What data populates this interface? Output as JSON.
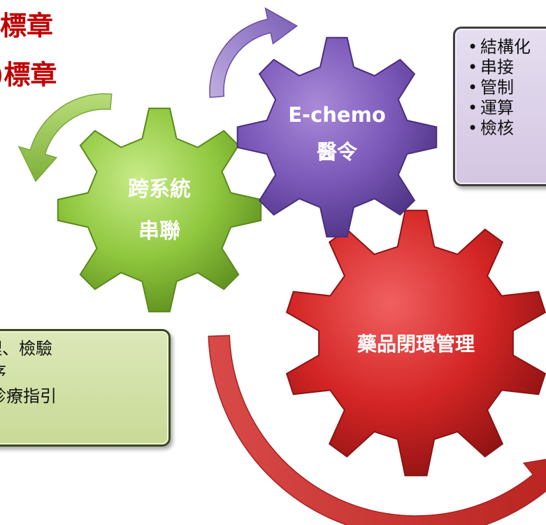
{
  "title": {
    "line1": "標章",
    "line2": ")標章"
  },
  "gears": [
    {
      "id": "gear-green",
      "color": "#8cc63f",
      "lines": [
        "跨系統",
        "串聯"
      ]
    },
    {
      "id": "gear-purple",
      "color": "#7e5fb8",
      "lines": [
        "E-chemo",
        "醫令"
      ]
    },
    {
      "id": "gear-red",
      "color": "#d42a2a",
      "lines": [
        "藥品閉環管理"
      ]
    }
  ],
  "purple_box": {
    "items": [
      "結構化",
      "串接",
      "管制",
      "運算",
      "檢核"
    ]
  },
  "green_box": {
    "items": [
      "理、檢驗",
      "序",
      "診療指引"
    ]
  },
  "arrows": {
    "purple": "#8a6cc0",
    "green": "#a8cf60",
    "red": "#c8302e"
  }
}
